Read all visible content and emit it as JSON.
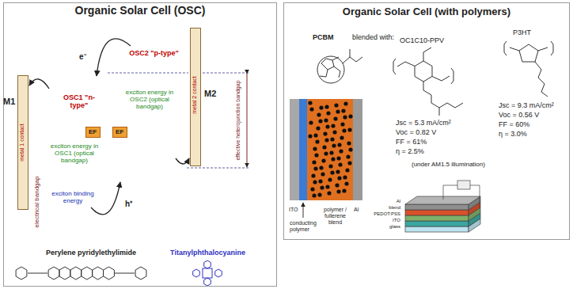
{
  "diagram": {
    "nodes": [
      {
        "text": [
          "Organic Solar Cell (OSC)"
        ]
      },
      {
        "text": [
          "Organic Solar Cell (with polymers)"
        ]
      },
      {
        "text": [
          "metal 1 contact"
        ],
        "in": 0
      },
      {
        "text": [
          "OSC1 \"n-type\"",
          "electrical bandgap",
          "exciton energy in OSC1 (optical bandgap)",
          "exciton binding energy"
        ],
        "in": 0
      },
      {
        "text": [
          "OSC2 \"p-type\"",
          "exciton energy in OSC2 (optical bandgap)"
        ],
        "in": 0
      },
      {
        "text": [
          "metal 2 contact"
        ],
        "in": 0
      },
      {
        "text": [
          "EF"
        ],
        "in": 0
      },
      {
        "text": [
          "EF"
        ],
        "in": 0
      }
    ],
    "labels": [
      "M1",
      "M2",
      "e⁻",
      "h⁺",
      "effective heterojunction bandgap",
      "Perylene pyridylethylimide",
      "Titanylphthalocyanine",
      "PCBM",
      "blended with:",
      "OC1C10-PPV",
      "P3HT",
      "Jsc = 5.3 mA/cm²",
      "Voc = 0.82 V",
      "FF = 61%",
      "η = 2.5%",
      "Jsc = 9.3 mA/cm²",
      "Voc = 0.56 V",
      "FF = 60%",
      "η = 3.0%",
      "(under AM1.5 illumination)",
      "ITO",
      "conducting polymer",
      "polymer / fullerene blend",
      "Al",
      "Al",
      "blend",
      "PEDOT:PSS",
      "ITO",
      "glass"
    ]
  }
}
